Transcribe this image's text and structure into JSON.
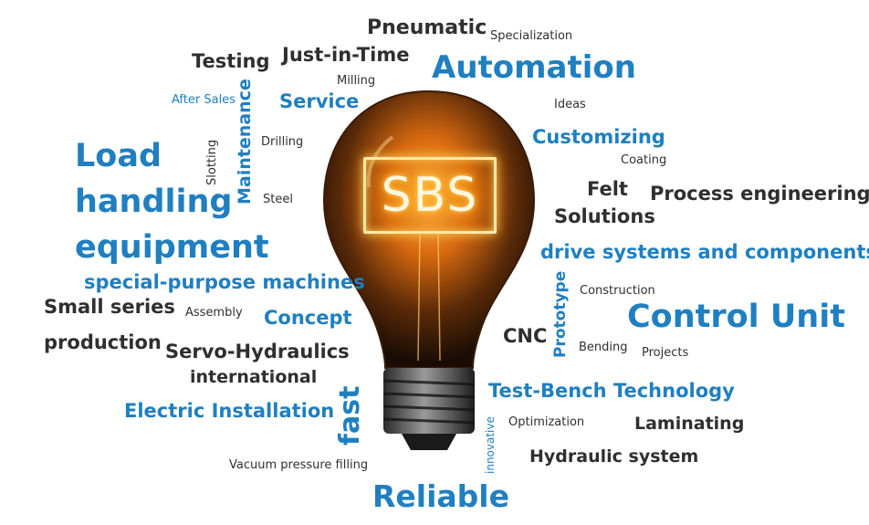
{
  "center_label": "SBS",
  "words": {
    "pneumatic": "Pneumatic",
    "specialization": "Specialization",
    "testing": "Testing",
    "just_in_time": "Just-in-Time",
    "automation": "Automation",
    "milling": "Milling",
    "after_sales": "After Sales",
    "maintenance": "Maintenance",
    "service": "Service",
    "ideas": "Ideas",
    "drilling": "Drilling",
    "customizing": "Customizing",
    "slotting": "Slotting",
    "load_line1": "Load",
    "load_line2": "handling",
    "load_line3": "equipment",
    "coating": "Coating",
    "felt": "Felt",
    "process_engineering": "Process engineering",
    "steel": "Steel",
    "solutions": "Solutions",
    "drive_systems": "drive systems and components",
    "special_purpose": "special-purpose machines",
    "prototype": "Prototype",
    "construction": "Construction",
    "small_series_1": "Small series",
    "small_series_2": "production",
    "assembly": "Assembly",
    "concept": "Concept",
    "control_unit": "Control Unit",
    "cnc": "CNC",
    "servo_hydraulics": "Servo-Hydraulics",
    "bending": "Bending",
    "projects": "Projects",
    "international": "international",
    "test_bench": "Test-Bench Technology",
    "electric_installation": "Electric Installation",
    "fast": "fast",
    "innovative": "innovative",
    "optimization": "Optimization",
    "laminating": "Laminating",
    "hydraulic_system": "Hydraulic system",
    "vacuum": "Vacuum pressure filling",
    "reliable": "Reliable"
  },
  "colors": {
    "accent": "#1f7fc1",
    "text": "#2f2f2f",
    "glow": "#ffb020"
  }
}
